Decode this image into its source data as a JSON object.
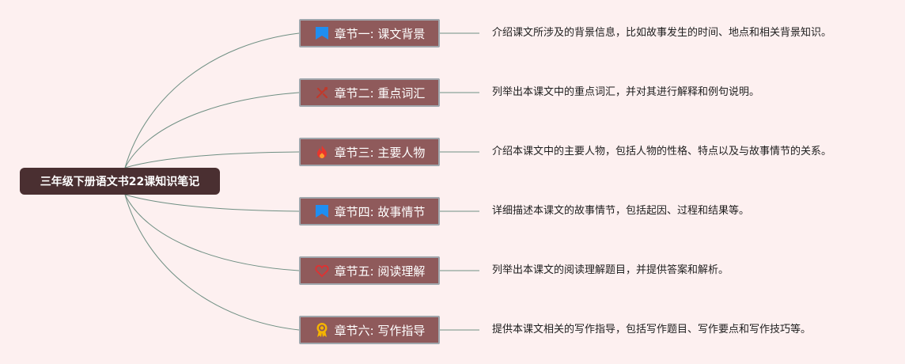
{
  "title": "三年级下册语文书22课知识笔记",
  "colors": {
    "background": "#fdf0f0",
    "root_fill": "#4a2f31",
    "topic_fill": "#8f5a5b",
    "topic_border": "#a0a7ad",
    "connector": "#6f8f83"
  },
  "topics": [
    {
      "label": "章节一: 课文背景",
      "icon": "flag-icon",
      "description": "介绍课文所涉及的背景信息，比如故事发生的时间、地点和相关背景知识。"
    },
    {
      "label": "章节二: 重点词汇",
      "icon": "tools-icon",
      "description": "列举出本课文中的重点词汇，并对其进行解释和例句说明。"
    },
    {
      "label": "章节三: 主要人物",
      "icon": "fire-icon",
      "description": "介绍本课文中的主要人物，包括人物的性格、特点以及与故事情节的关系。"
    },
    {
      "label": "章节四: 故事情节",
      "icon": "flag-icon",
      "description": "详细描述本课文的故事情节，包括起因、过程和结果等。"
    },
    {
      "label": "章节五: 阅读理解",
      "icon": "heart-icon",
      "description": "列举出本课文的阅读理解题目，并提供答案和解析。"
    },
    {
      "label": "章节六: 写作指导",
      "icon": "medal-icon",
      "description": "提供本课文相关的写作指导，包括写作题目、写作要点和写作技巧等。"
    }
  ]
}
